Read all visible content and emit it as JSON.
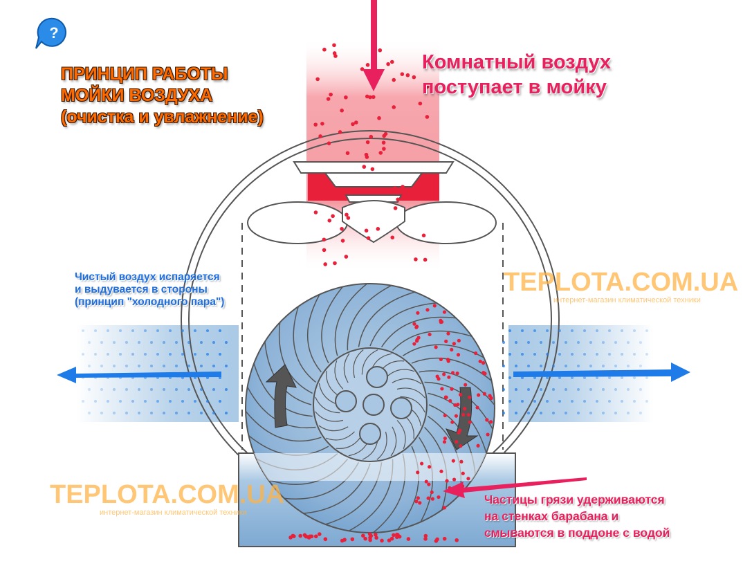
{
  "title": {
    "line1": "ПРИНЦИП РАБОТЫ",
    "line2": "МОЙКИ ВОЗДУХА",
    "line3": "(очистка и увлажнение)"
  },
  "intake": {
    "line1": "Комнатный воздух",
    "line2": "поступает в мойку"
  },
  "clean_air": {
    "line1": "Чистый воздух испаряется",
    "line2": "и выдувается в стороны",
    "line3": "(принцип \"холодного пара\")"
  },
  "dirt": {
    "line1": "Частицы грязи удерживаются",
    "line2": "на стенках барабана и",
    "line3": "смываются в поддоне с водой"
  },
  "watermark": {
    "site": "TEPLOTA.COM.UA",
    "tagline": "интернет-магазин климатической техники"
  },
  "icons": {
    "help": "question-icon"
  },
  "colors": {
    "dirty_air": "#e8203a",
    "clean_air": "#1e7be8",
    "water": "#8cb8dc",
    "title": "#ff6a00",
    "accent": "#e8205e"
  }
}
